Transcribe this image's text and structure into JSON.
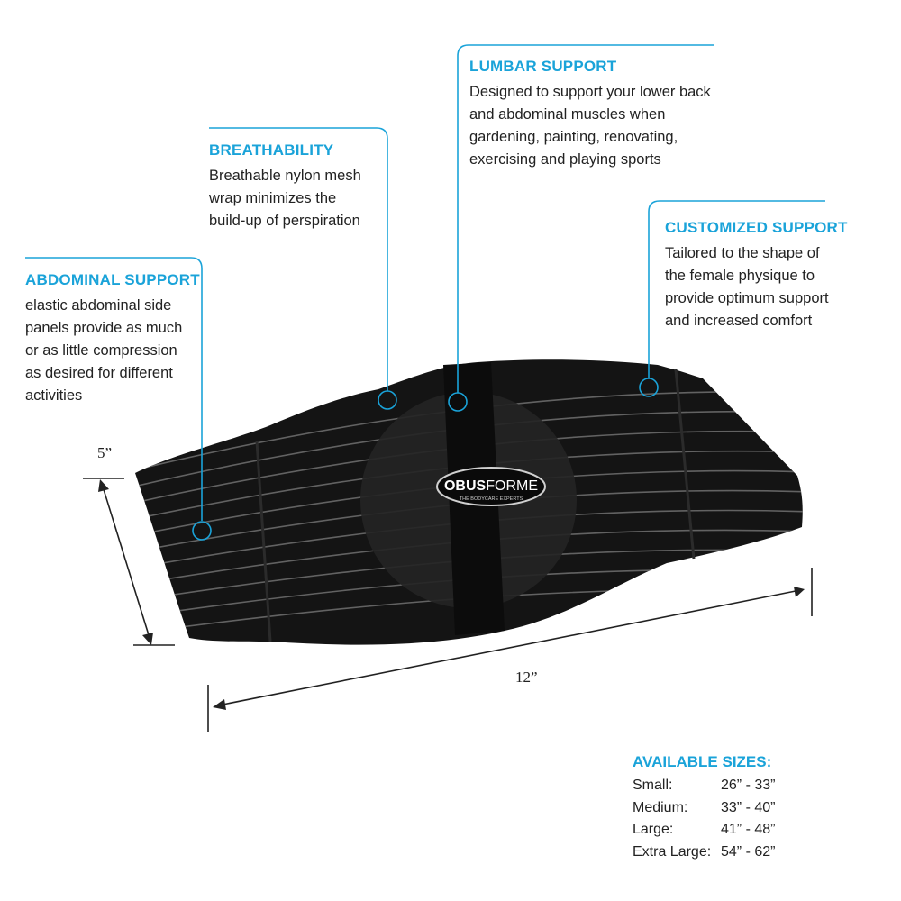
{
  "colors": {
    "accent": "#1aa3d9",
    "belt": "#141414",
    "stripe": "#8a8a8a",
    "text": "#222222"
  },
  "callouts": {
    "lumbar": {
      "title": "LUMBAR SUPPORT",
      "lines": [
        "Designed to support your lower back",
        "and abdominal muscles when",
        "gardening, painting, renovating,",
        "exercising and playing sports"
      ]
    },
    "breathability": {
      "title": "BREATHABILITY",
      "lines": [
        "Breathable nylon mesh",
        "wrap minimizes the",
        "build-up of perspiration"
      ]
    },
    "customized": {
      "title": "CUSTOMIZED SUPPORT",
      "lines": [
        "Tailored to the shape of",
        "the female physique to",
        "provide optimum support",
        "and increased comfort"
      ]
    },
    "abdominal": {
      "title": "ABDOMINAL SUPPORT",
      "lines": [
        "elastic abdominal side",
        "panels provide as much",
        "or as little compression",
        "as desired for different",
        "activities"
      ]
    }
  },
  "dimensions": {
    "height": "5”",
    "width": "12”"
  },
  "product": {
    "logo_bold": "OBUS",
    "logo_light": "FORME",
    "logo_tagline": "THE BODYCARE EXPERTS"
  },
  "sizes": {
    "title": "AVAILABLE SIZES:",
    "rows": [
      {
        "label": "Small:",
        "range": "26” - 33”"
      },
      {
        "label": "Medium:",
        "range": "33” - 40”"
      },
      {
        "label": "Large:",
        "range": "41” - 48”"
      },
      {
        "label": "Extra Large:",
        "range": "54” - 62”"
      }
    ]
  }
}
